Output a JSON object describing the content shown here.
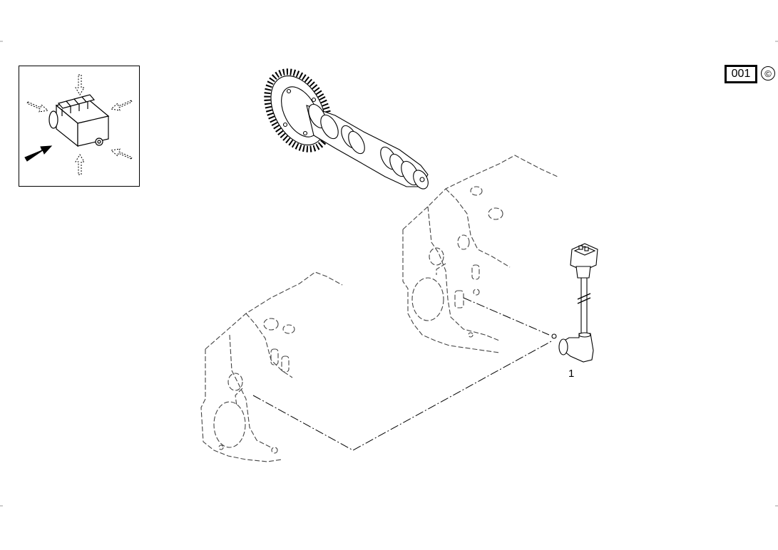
{
  "header": {
    "ref_code": "001",
    "copyright_symbol": "©"
  },
  "callouts": [
    {
      "number": "1"
    }
  ],
  "icons": {
    "inset": "engine-block-orientation-icon",
    "camshaft": "camshaft-gear-drawing",
    "sensor": "speed-sensor-drawing"
  },
  "colors": {
    "line": "#000000",
    "background": "#ffffff"
  }
}
